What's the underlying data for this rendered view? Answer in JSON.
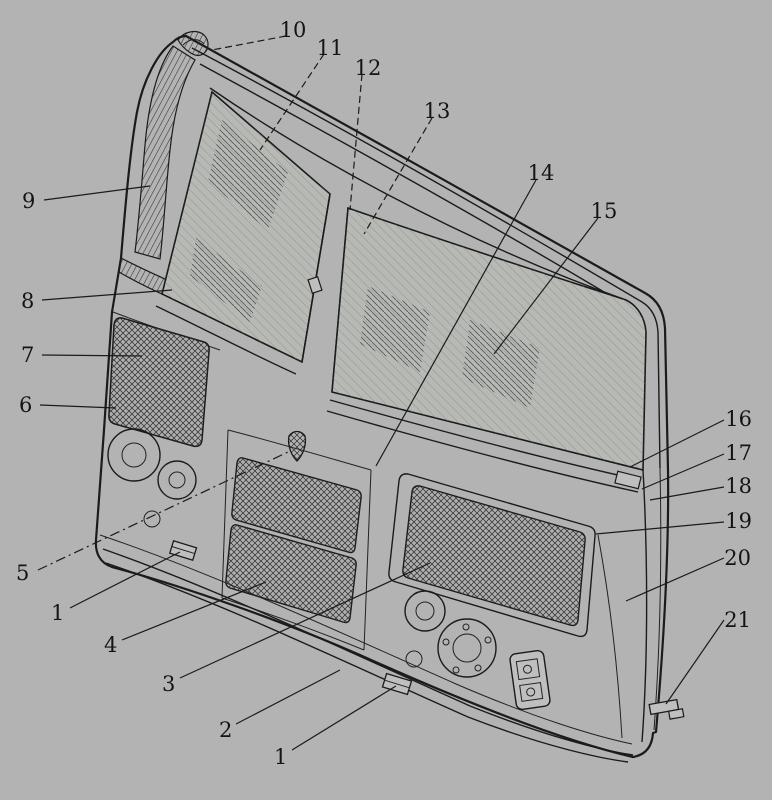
{
  "figure": {
    "kind": "technical line drawing",
    "subject_hint": "vehicle front body panel with windshields, grilles, headlights and numbered callouts",
    "colors": {
      "background": "#b3b3b3",
      "ink": "#1b1b1b",
      "body_fill": "#bfbfbf",
      "glass_fill": "#b7b9b5",
      "grille_fill": "#aeaeae"
    }
  },
  "labels": [
    {
      "text": "10"
    },
    {
      "text": "11"
    },
    {
      "text": "12"
    },
    {
      "text": "13"
    },
    {
      "text": "14"
    },
    {
      "text": "15"
    },
    {
      "text": "9"
    },
    {
      "text": "8"
    },
    {
      "text": "7"
    },
    {
      "text": "6"
    },
    {
      "text": "5"
    },
    {
      "text": "1"
    },
    {
      "text": "4"
    },
    {
      "text": "3"
    },
    {
      "text": "2"
    },
    {
      "text": "1"
    },
    {
      "text": "16"
    },
    {
      "text": "17"
    },
    {
      "text": "18"
    },
    {
      "text": "19"
    },
    {
      "text": "20"
    },
    {
      "text": "21"
    }
  ]
}
